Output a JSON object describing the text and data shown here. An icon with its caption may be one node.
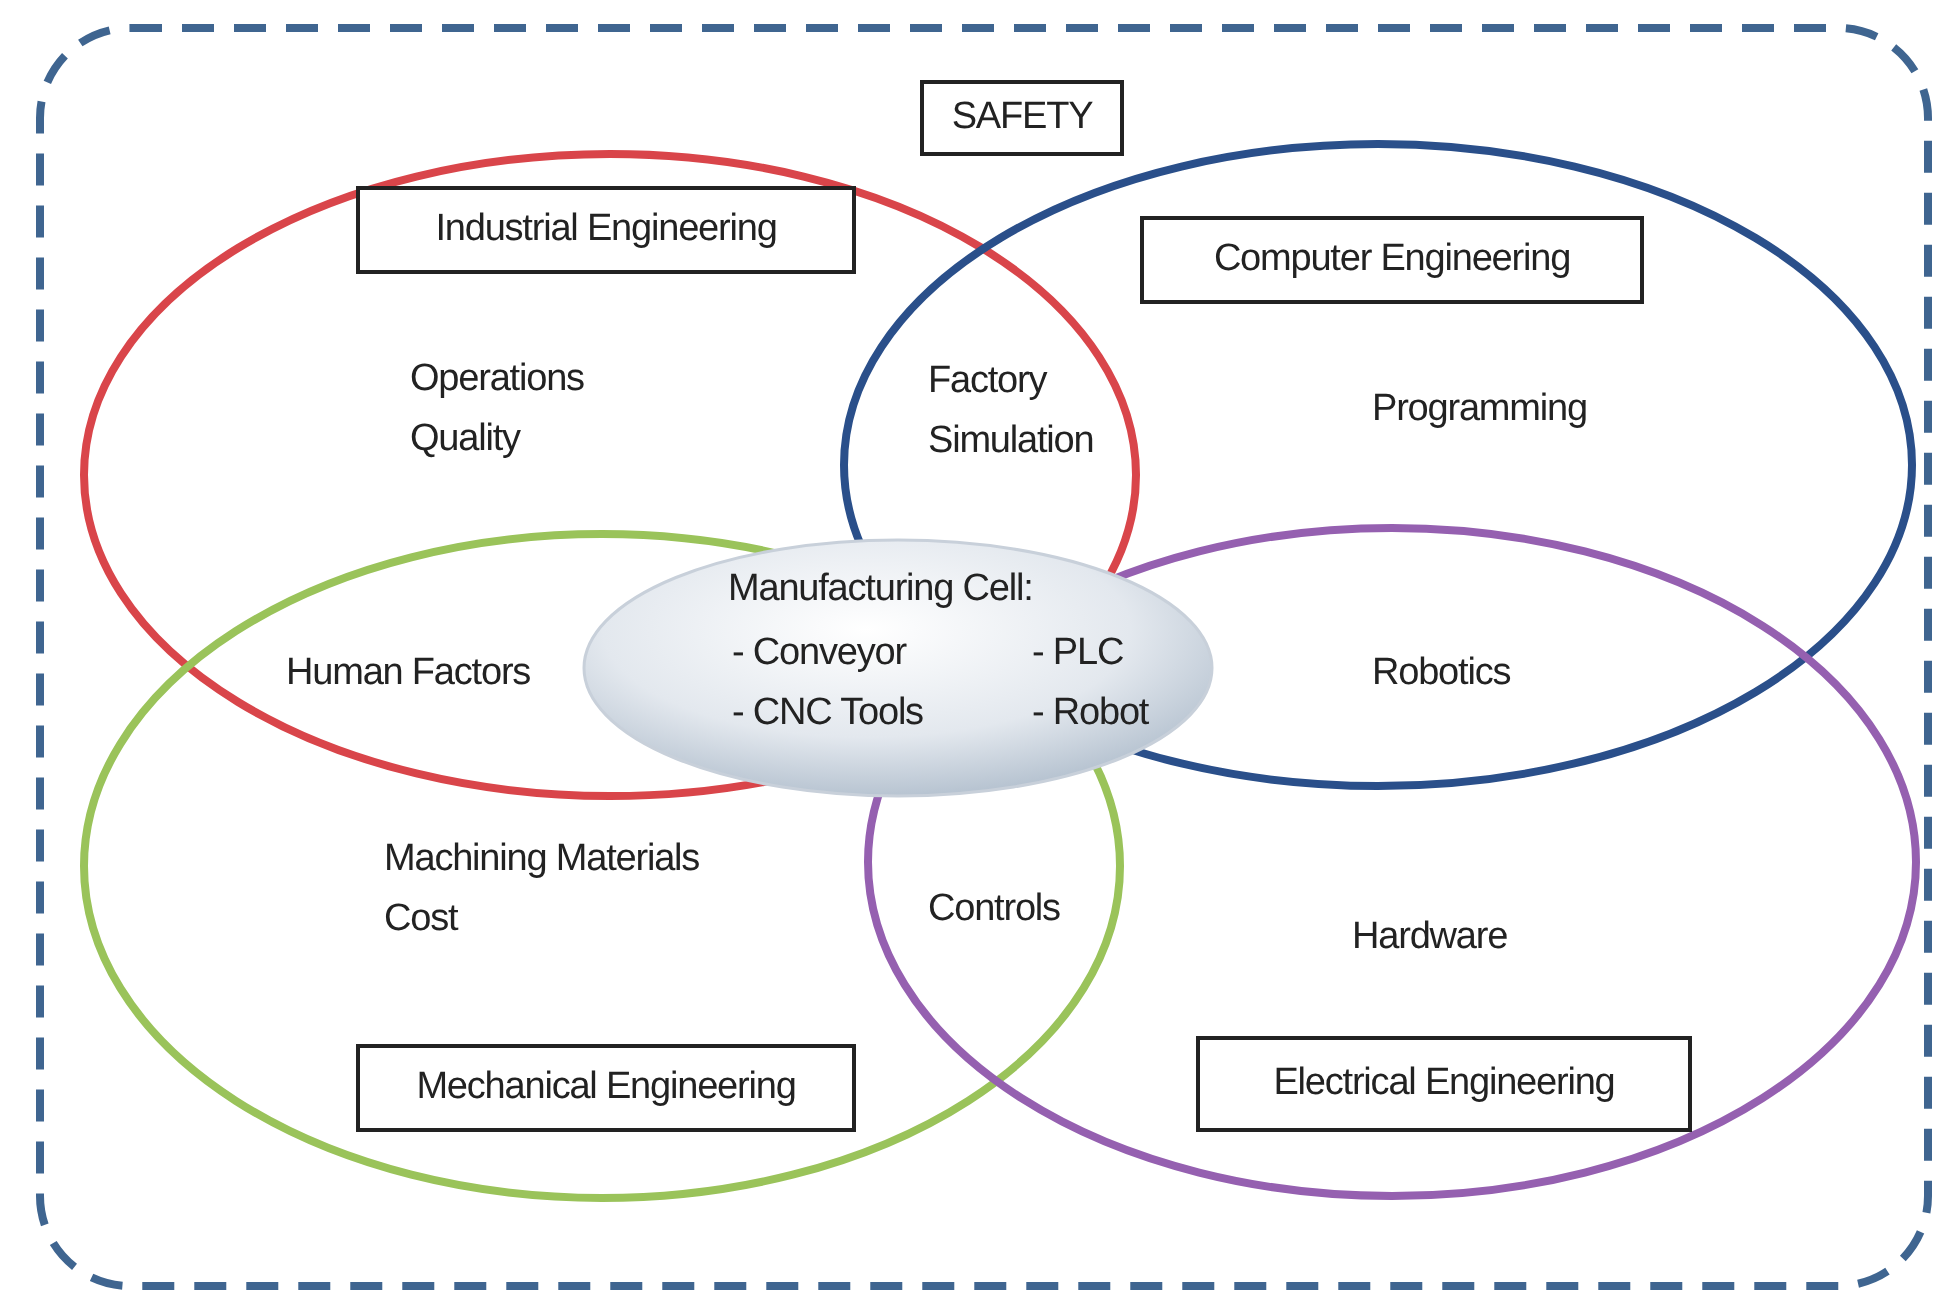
{
  "diagram": {
    "nodes": [
      {
        "text": [],
        "shape": "box"
      },
      {
        "text": [
          "SAFETY"
        ],
        "in": 0
      },
      {
        "text": [
          "Industrial Engineering",
          "Operations Quality"
        ],
        "in": 0
      },
      {
        "text": [
          "Computer Engineering",
          "Programming"
        ],
        "in": 0
      },
      {
        "text": [
          "Machining Materials Cost",
          "Mechanical Engineering"
        ],
        "in": 0
      },
      {
        "text": [
          "Hardware",
          "Electrical Engineering"
        ],
        "in": 0
      },
      {
        "text": [
          "Manufacturing Cell:",
          "- Conveyor",
          "- PLC",
          "- CNC Tools",
          "- Robot"
        ],
        "in": 0
      }
    ],
    "edges": [],
    "labels": [
      "Factory Simulation",
      "Human Factors",
      "Robotics",
      "Controls"
    ]
  }
}
